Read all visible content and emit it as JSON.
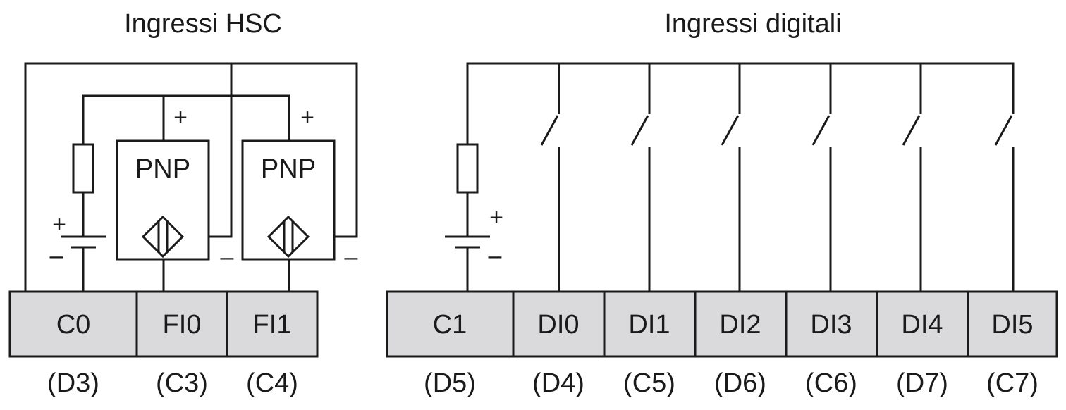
{
  "hsc": {
    "title": "Ingressi HSC",
    "sensor1_type": "PNP",
    "sensor2_type": "PNP",
    "plus": "+",
    "minus": "–",
    "terminals": [
      "C0",
      "FI0",
      "FI1"
    ],
    "pins": [
      "(D3)",
      "(C3)",
      "(C4)"
    ]
  },
  "digital": {
    "title": "Ingressi digitali",
    "plus": "+",
    "minus": "–",
    "terminals": [
      "C1",
      "DI0",
      "DI1",
      "DI2",
      "DI3",
      "DI4",
      "DI5"
    ],
    "pins": [
      "(D5)",
      "(D4)",
      "(C5)",
      "(D6)",
      "(C6)",
      "(D7)",
      "(C7)"
    ]
  },
  "colors": {
    "line": "#1a1a1a",
    "terminal_fill": "#dadadc"
  }
}
